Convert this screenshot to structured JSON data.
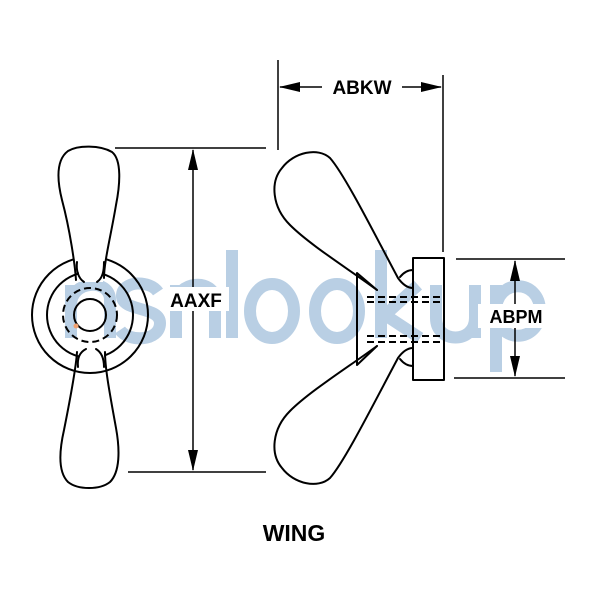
{
  "title": "WING",
  "dimensions": {
    "height": "AAXF",
    "width": "ABKW",
    "hub_diameter": "ABPM"
  },
  "watermark": "nsnlookup",
  "colors": {
    "line": "#000000",
    "watermark": "#b9cfe4"
  }
}
